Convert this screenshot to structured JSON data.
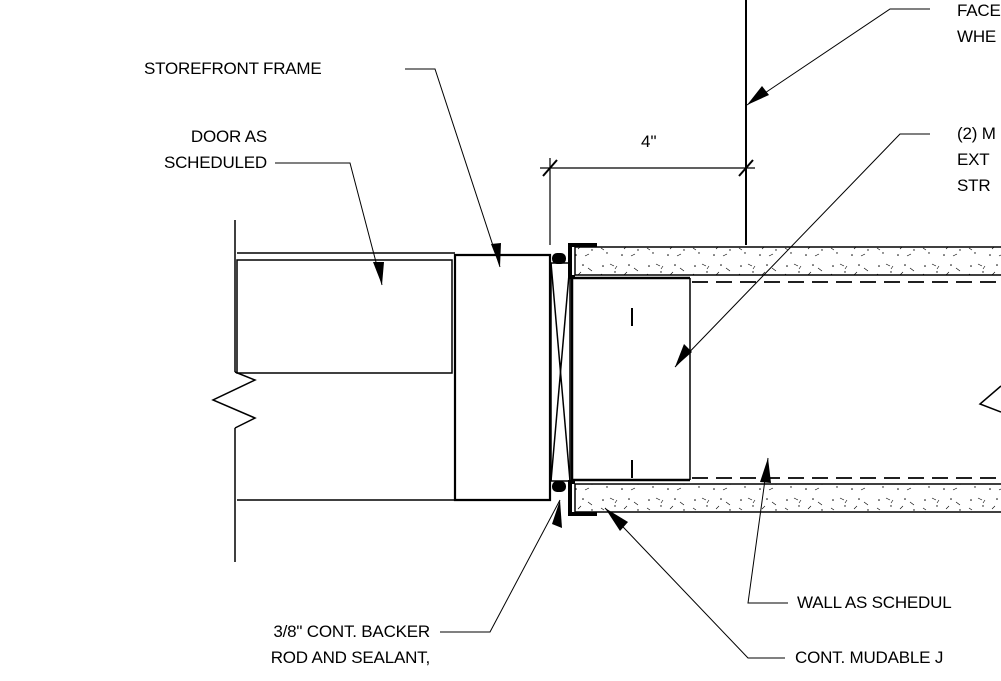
{
  "labels": {
    "storefront_frame": "STOREFRONT FRAME",
    "door_line1": "DOOR AS",
    "door_line2": "SCHEDULED",
    "face_line1": "FACE",
    "face_line2": "WHE",
    "studs_line1": "(2) M",
    "studs_line2": "EXT",
    "studs_line3": "STR",
    "backer_line1": "3/8\" CONT. BACKER",
    "backer_line2": "ROD AND SEALANT,",
    "wall": "WALL AS SCHEDUL",
    "mudable": "CONT. MUDABLE J"
  },
  "dimension": {
    "value": "4\""
  }
}
